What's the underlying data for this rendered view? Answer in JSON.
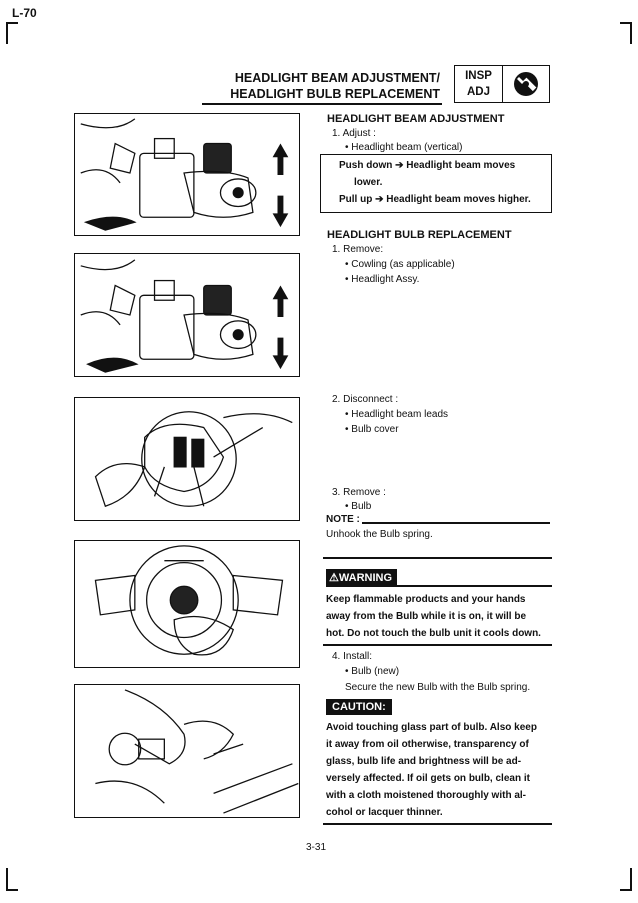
{
  "page": {
    "id_label": "L-70",
    "page_number": "3-31"
  },
  "header": {
    "title_line1": "HEADLIGHT BEAM ADJUSTMENT/",
    "title_line2": "HEADLIGHT BULB REPLACEMENT",
    "badge_line1": "INSP",
    "badge_line2": "ADJ",
    "badge_icon": "wrench-icon"
  },
  "figures": [
    {
      "icon": "headlight-adjust-screw-illustration"
    },
    {
      "icon": "headlight-assembly-illustration"
    },
    {
      "icon": "bulb-leads-disconnect-illustration"
    },
    {
      "icon": "bulb-spring-removal-illustration"
    },
    {
      "icon": "bulb-install-hand-illustration"
    }
  ],
  "beam_adjustment": {
    "heading": "HEADLIGHT BEAM ADJUSTMENT",
    "step1": "1.  Adjust :",
    "step1_item": "• Headlight beam (vertical)",
    "box_line1": "Push  down  ➔  Headlight  beam  moves",
    "box_line2": "lower.",
    "box_line3": "Pull up ➔ Headlight beam moves higher."
  },
  "bulb_replacement": {
    "heading": "HEADLIGHT BULB REPLACEMENT",
    "step1": "1.  Remove:",
    "step1_items": [
      "• Cowling (as applicable)",
      "• Headlight Assy."
    ],
    "step2": "2.  Disconnect :",
    "step2_items": [
      "• Headlight beam leads",
      "• Bulb cover"
    ],
    "step3": "3.  Remove :",
    "step3_item": "• Bulb",
    "note_label": "NOTE :",
    "note_text": "Unhook the Bulb spring.",
    "warning_label": "WARNING",
    "warning_lines": [
      "Keep  flammable  products  and  your  hands",
      "away  from  the  Bulb  while  it  is  on,  it  will  be",
      "hot. Do not touch the bulb unit it cools down."
    ],
    "step4": "4.  Install:",
    "step4_item": "• Bulb (new)",
    "step4_sub": "Secure the new Bulb with the Bulb spring.",
    "caution_label": "CAUTION:",
    "caution_lines": [
      "Avoid touching glass part of bulb. Also keep",
      "it  away  from  oil  otherwise,  transparency  of",
      "glass,  bulb  life  and  brightness  will  be  ad-",
      "versely  affected.  If  oil  gets  on  bulb,  clean  it",
      "with  a  cloth  moistened  thoroughly  with  al-",
      "cohol or lacquer thinner."
    ]
  }
}
